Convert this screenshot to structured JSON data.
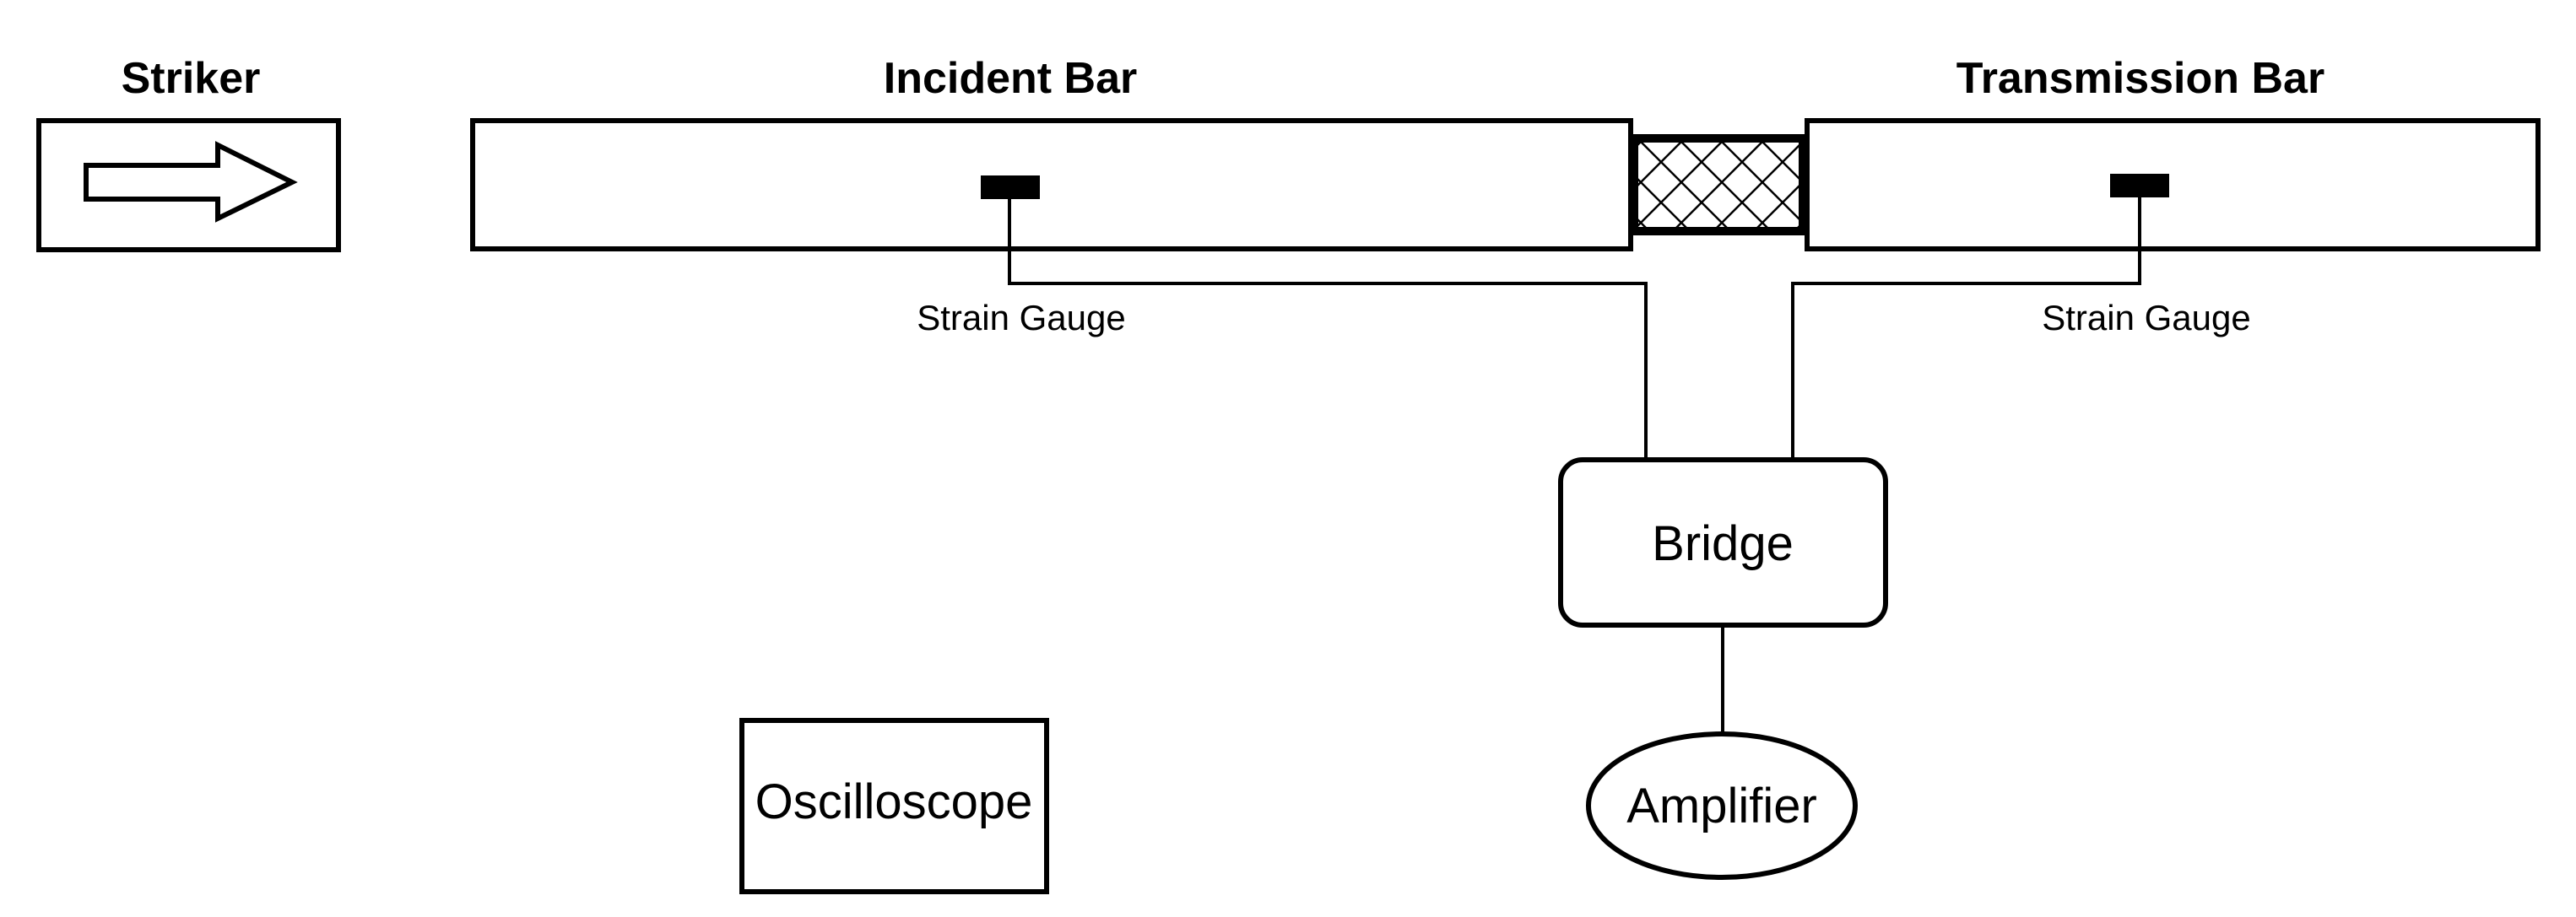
{
  "diagram": {
    "striker": {
      "label": "Striker"
    },
    "incident_bar": {
      "label": "Incident Bar"
    },
    "transmission_bar": {
      "label": "Transmission Bar"
    },
    "incident_gauge": {
      "label": "Strain Gauge"
    },
    "transmission_gauge": {
      "label": "Strain Gauge"
    },
    "bridge": {
      "label": "Bridge"
    },
    "amplifier": {
      "label": "Amplifier"
    },
    "oscilloscope": {
      "label": "Oscilloscope"
    }
  }
}
